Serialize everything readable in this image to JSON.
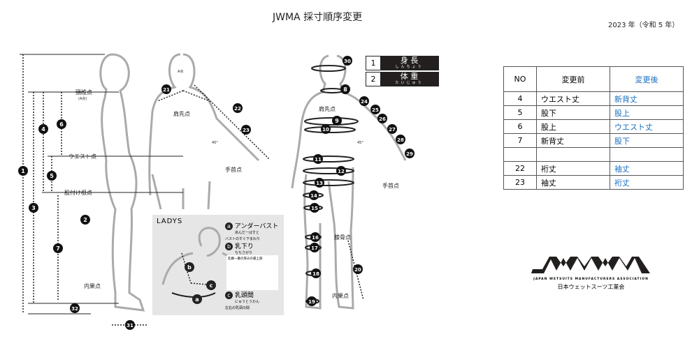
{
  "header": {
    "title": "JWMA  採寸順序変更",
    "year": "2023 年（令和 5 年）"
  },
  "labels": {
    "neck_point": "頸椎点",
    "neck_point_sub": "(A点)",
    "waist_point": "ウエスト点",
    "crotch_point": "股付け根点",
    "inner_ankle_left": "内果点",
    "a_point": "A点",
    "shoulder_back": "肩先点",
    "angle_back": "45°",
    "wrist_back": "手首点",
    "shoulder_front": "肩先点",
    "angle_front": "45°",
    "wrist_front": "手首点",
    "knee_point": "膝骨点",
    "inner_ankle_front": "内果点"
  },
  "badges": [
    "1",
    "4",
    "6",
    "5",
    "3",
    "2",
    "7",
    "32",
    "31",
    "21",
    "22",
    "23",
    "30",
    "8",
    "24",
    "25",
    "26",
    "9",
    "10",
    "27",
    "28",
    "29",
    "11",
    "12",
    "13",
    "14",
    "15",
    "16",
    "17",
    "18",
    "19",
    "20"
  ],
  "keys": [
    {
      "no": "1",
      "label": "身 長",
      "reading": "しんちょう"
    },
    {
      "no": "2",
      "label": "体 重",
      "reading": "たいじゅう"
    }
  ],
  "ladys": {
    "title": "LADYS",
    "a_letter": "a",
    "a_label": "アンダーバスト",
    "a_reading": "あんだーばすと",
    "a_desc": "バストのすぐ下まわり",
    "b_letter": "b",
    "b_label": "乳下り",
    "b_reading": "ちちさがり",
    "b_desc": "乳腺一番の厚みの最上部",
    "c_letter": "c",
    "c_label": "乳頭間",
    "c_reading": "にゅうとうかん",
    "c_desc": "左右の乳頭の間"
  },
  "table": {
    "headers": [
      "NO",
      "変更前",
      "変更後"
    ],
    "rows": [
      [
        "4",
        "ウエスト丈",
        "新背丈"
      ],
      [
        "5",
        "股下",
        "股上"
      ],
      [
        "6",
        "股上",
        "ウエスト丈"
      ],
      [
        "7",
        "新背丈",
        "股下"
      ],
      [
        "",
        "",
        ""
      ],
      [
        "22",
        "裄丈",
        "袖丈"
      ],
      [
        "23",
        "袖丈",
        "裄丈"
      ]
    ]
  },
  "logo": {
    "mark": "JWMA",
    "english": "JAPAN  WETSUITS  MANUFACTURERS  ASSOCIATION",
    "japanese": "日本ウェットスーツ工業会"
  }
}
